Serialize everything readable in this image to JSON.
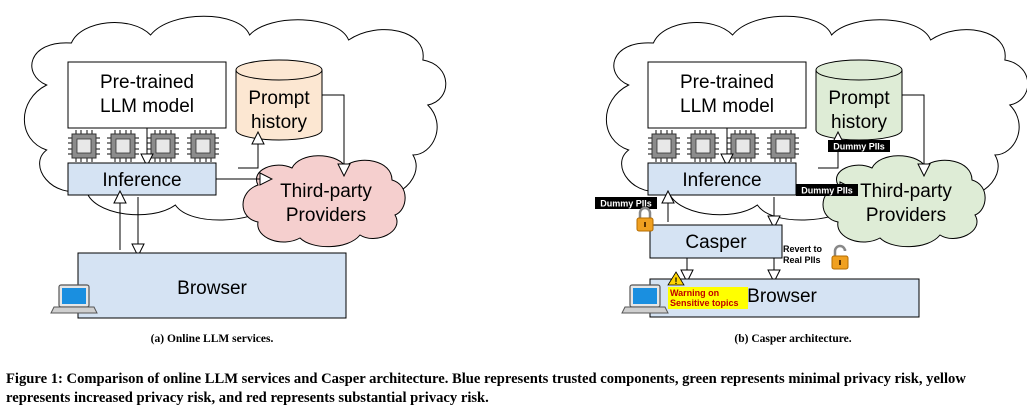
{
  "panel_a": {
    "llm_model_line1": "Pre-trained",
    "llm_model_line2": "LLM model",
    "prompt_history_line1": "Prompt",
    "prompt_history_line2": "history",
    "inference": "Inference",
    "third_party_line1": "Third-party",
    "third_party_line2": "Providers",
    "browser": "Browser",
    "subcaption": "(a) Online LLM services."
  },
  "panel_b": {
    "llm_model_line1": "Pre-trained",
    "llm_model_line2": "LLM model",
    "prompt_history_line1": "Prompt",
    "prompt_history_line2": "history",
    "inference": "Inference",
    "third_party_line1": "Third-party",
    "third_party_line2": "Providers",
    "casper": "Casper",
    "browser": "Browser",
    "dummy_piis": "Dummy PIIs",
    "revert_line1": "Revert to",
    "revert_line2": "Real PIIs",
    "warning_line1": "Warning on",
    "warning_line2": "Sensitive topics",
    "subcaption": "(b) Casper architecture."
  },
  "caption": "Figure 1: Comparison of online LLM services and Casper architecture. Blue represents trusted components, green represents minimal privacy risk, yellow represents increased privacy risk, and red represents substantial privacy risk.",
  "colors": {
    "trusted_blue": "#d5e3f3",
    "minimal_risk_green": "#deecd6",
    "increased_risk_yellow": "#fce7d2",
    "substantial_risk_red": "#f5cfce",
    "warning_yellow": "#ffff00"
  },
  "icons": [
    "cloud-icon",
    "chip-icon",
    "laptop-icon",
    "lock-icon",
    "unlock-icon",
    "warning-icon"
  ]
}
